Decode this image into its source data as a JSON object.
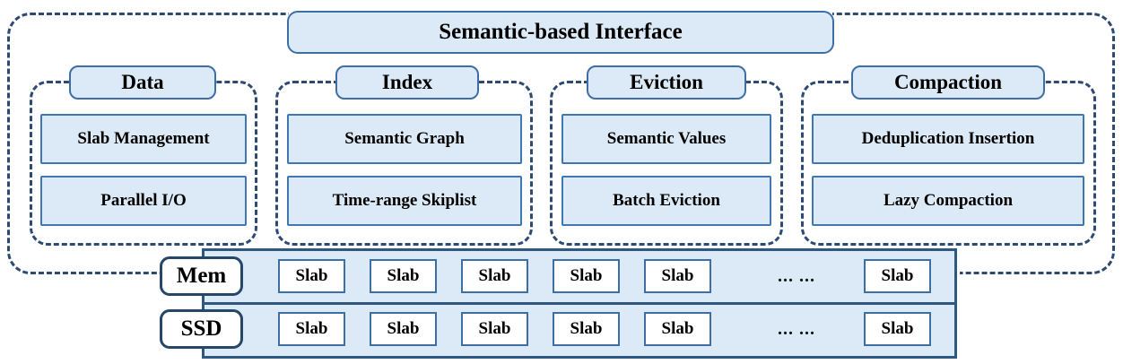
{
  "diagram": {
    "title": "Semantic-based Interface",
    "interface_label": "Semantic-based Interface",
    "modules": [
      {
        "name": "Data",
        "items": [
          "Slab Management",
          "Parallel I/O"
        ]
      },
      {
        "name": "Index",
        "items": [
          "Semantic Graph",
          "Time-range Skiplist"
        ]
      },
      {
        "name": "Eviction",
        "items": [
          "Semantic Values",
          "Batch Eviction"
        ]
      },
      {
        "name": "Compaction",
        "items": [
          "Deduplication Insertion",
          "Lazy Compaction"
        ]
      }
    ],
    "storage": {
      "tiers": [
        {
          "label": "Mem",
          "slabs": [
            "Slab",
            "Slab",
            "Slab",
            "Slab",
            "Slab",
            "Slab"
          ],
          "ellipsis": "... ..."
        },
        {
          "label": "SSD",
          "slabs": [
            "Slab",
            "Slab",
            "Slab",
            "Slab",
            "Slab",
            "Slab"
          ],
          "ellipsis": "... ..."
        }
      ]
    },
    "colors": {
      "box_fill": "#dce9f6",
      "box_border": "#4177b0",
      "pill_border": "#3c6fa6",
      "frame_dash": "#2e4a73",
      "band_border": "#2e587f",
      "slab_fill": "#ffffff",
      "text": "#000000"
    }
  }
}
